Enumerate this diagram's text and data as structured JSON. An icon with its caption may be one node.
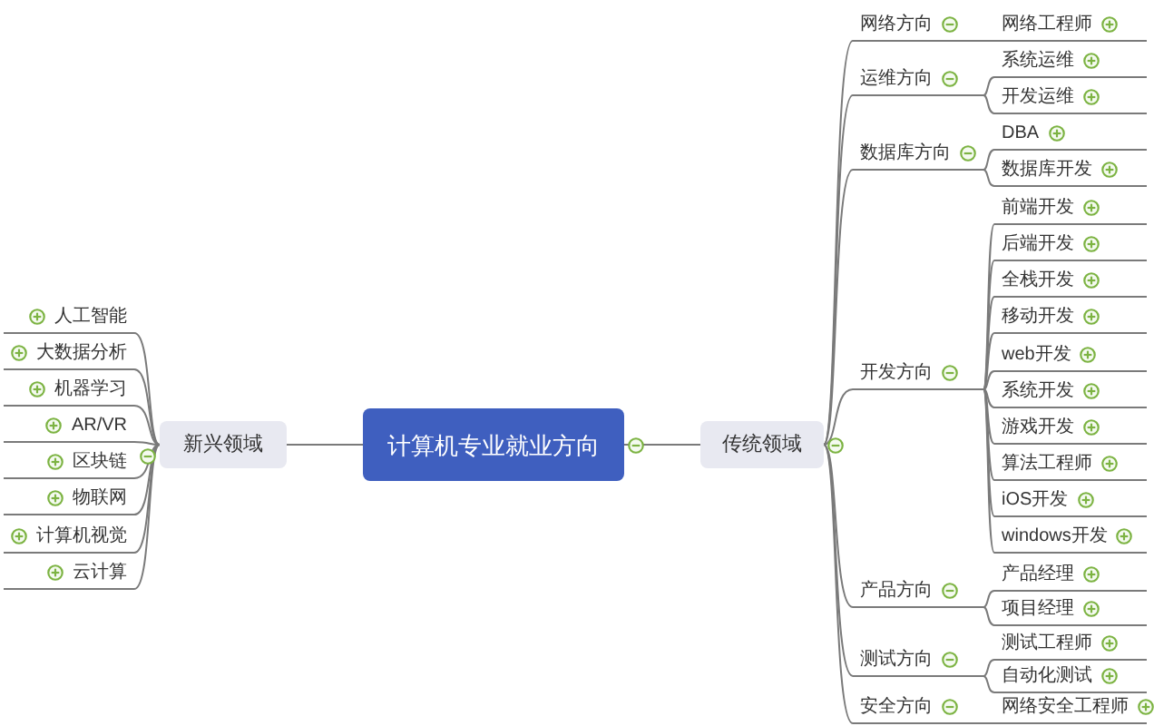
{
  "diagram": {
    "nodes": [
      {
        "text": [
          "计算机专业就业方向"
        ]
      },
      {
        "text": [
          "新兴领域"
        ]
      },
      {
        "text": [
          "人工智能"
        ]
      },
      {
        "text": [
          "大数据分析"
        ]
      },
      {
        "text": [
          "机器学习"
        ]
      },
      {
        "text": [
          "AR/VR"
        ]
      },
      {
        "text": [
          "区块链"
        ]
      },
      {
        "text": [
          "物联网"
        ]
      },
      {
        "text": [
          "计算机视觉"
        ]
      },
      {
        "text": [
          "云计算"
        ]
      },
      {
        "text": [
          "传统领域"
        ]
      },
      {
        "text": [
          "网络方向"
        ]
      },
      {
        "text": [
          "网络工程师"
        ]
      },
      {
        "text": [
          "运维方向"
        ]
      },
      {
        "text": [
          "系统运维"
        ]
      },
      {
        "text": [
          "开发运维"
        ]
      },
      {
        "text": [
          "数据库方向"
        ]
      },
      {
        "text": [
          "DBA"
        ]
      },
      {
        "text": [
          "数据库开发"
        ]
      },
      {
        "text": [
          "开发方向"
        ]
      },
      {
        "text": [
          "前端开发"
        ]
      },
      {
        "text": [
          "后端开发"
        ]
      },
      {
        "text": [
          "全栈开发"
        ]
      },
      {
        "text": [
          "移动开发"
        ]
      },
      {
        "text": [
          "web开发"
        ]
      },
      {
        "text": [
          "系统开发"
        ]
      },
      {
        "text": [
          "游戏开发"
        ]
      },
      {
        "text": [
          "算法工程师"
        ]
      },
      {
        "text": [
          "iOS开发"
        ]
      },
      {
        "text": [
          "windows开发"
        ]
      },
      {
        "text": [
          "产品方向"
        ]
      },
      {
        "text": [
          "产品经理"
        ]
      },
      {
        "text": [
          "项目经理"
        ]
      },
      {
        "text": [
          "测试方向"
        ]
      },
      {
        "text": [
          "测试工程师"
        ]
      },
      {
        "text": [
          "自动化测试"
        ]
      },
      {
        "text": [
          "安全方向"
        ]
      },
      {
        "text": [
          "网络安全工程师"
        ]
      }
    ],
    "edges": [
      {
        "from": 0,
        "to": 1,
        "arrow": "none"
      },
      {
        "from": 1,
        "to": 2,
        "arrow": "none"
      },
      {
        "from": 1,
        "to": 3,
        "arrow": "none"
      },
      {
        "from": 1,
        "to": 4,
        "arrow": "none"
      },
      {
        "from": 1,
        "to": 5,
        "arrow": "none"
      },
      {
        "from": 1,
        "to": 6,
        "arrow": "none"
      },
      {
        "from": 1,
        "to": 7,
        "arrow": "none"
      },
      {
        "from": 1,
        "to": 8,
        "arrow": "none"
      },
      {
        "from": 1,
        "to": 9,
        "arrow": "none"
      },
      {
        "from": 0,
        "to": 10,
        "arrow": "none"
      },
      {
        "from": 10,
        "to": 11,
        "arrow": "none"
      },
      {
        "from": 11,
        "to": 12,
        "arrow": "none"
      },
      {
        "from": 10,
        "to": 13,
        "arrow": "none"
      },
      {
        "from": 13,
        "to": 14,
        "arrow": "none"
      },
      {
        "from": 13,
        "to": 15,
        "arrow": "none"
      },
      {
        "from": 10,
        "to": 16,
        "arrow": "none"
      },
      {
        "from": 16,
        "to": 17,
        "arrow": "none"
      },
      {
        "from": 16,
        "to": 18,
        "arrow": "none"
      },
      {
        "from": 10,
        "to": 19,
        "arrow": "none"
      },
      {
        "from": 19,
        "to": 20,
        "arrow": "none"
      },
      {
        "from": 19,
        "to": 21,
        "arrow": "none"
      },
      {
        "from": 19,
        "to": 22,
        "arrow": "none"
      },
      {
        "from": 19,
        "to": 23,
        "arrow": "none"
      },
      {
        "from": 19,
        "to": 24,
        "arrow": "none"
      },
      {
        "from": 19,
        "to": 25,
        "arrow": "none"
      },
      {
        "from": 19,
        "to": 26,
        "arrow": "none"
      },
      {
        "from": 19,
        "to": 27,
        "arrow": "none"
      },
      {
        "from": 19,
        "to": 28,
        "arrow": "none"
      },
      {
        "from": 19,
        "to": 29,
        "arrow": "none"
      },
      {
        "from": 10,
        "to": 30,
        "arrow": "none"
      },
      {
        "from": 30,
        "to": 31,
        "arrow": "none"
      },
      {
        "from": 30,
        "to": 32,
        "arrow": "none"
      },
      {
        "from": 10,
        "to": 33,
        "arrow": "none"
      },
      {
        "from": 33,
        "to": 34,
        "arrow": "none"
      },
      {
        "from": 33,
        "to": 35,
        "arrow": "none"
      },
      {
        "from": 10,
        "to": 36,
        "arrow": "none"
      },
      {
        "from": 36,
        "to": 37,
        "arrow": "none"
      }
    ]
  }
}
